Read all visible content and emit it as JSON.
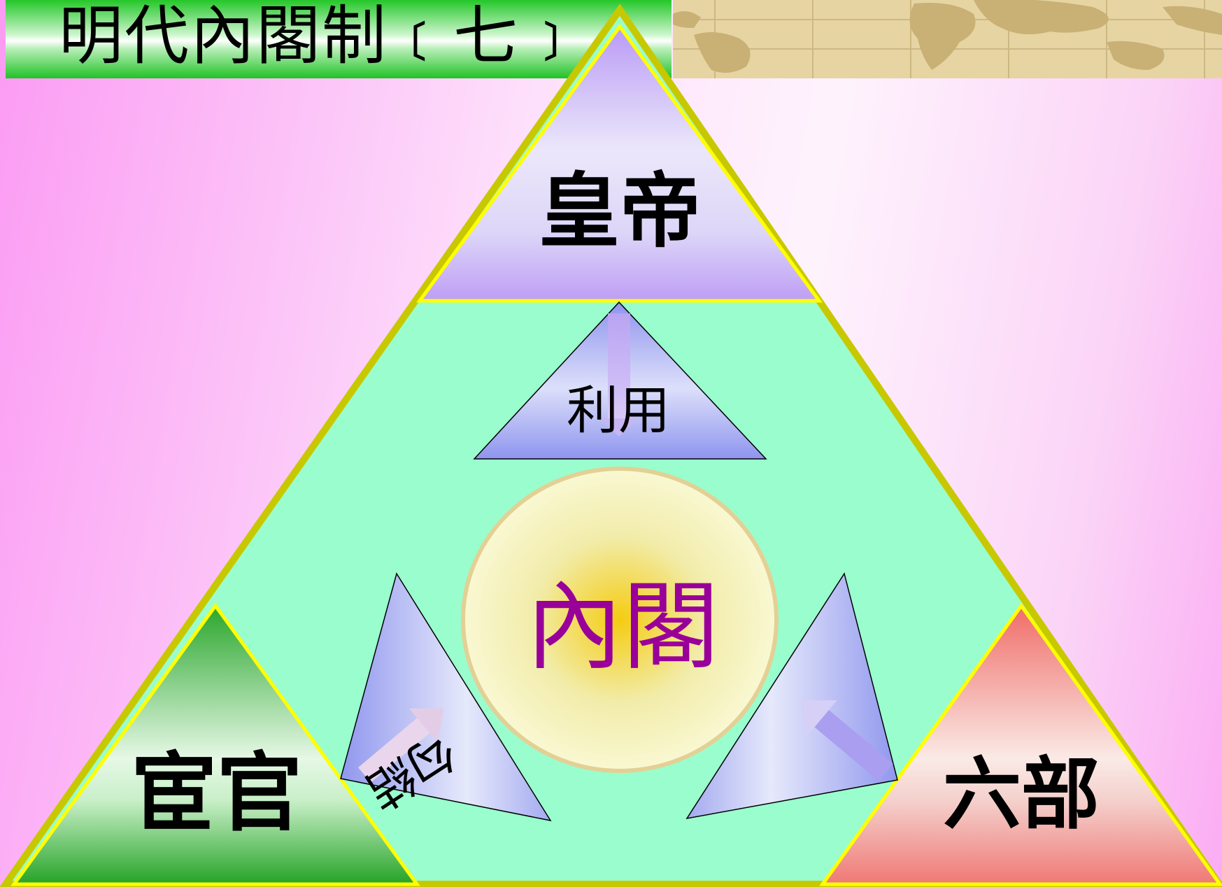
{
  "title": "明代內閣制﹝七﹞",
  "nodes": {
    "emperor": "皇帝",
    "cabinet": "內閣",
    "eunuchs": "宦官",
    "six_ministries": "六部"
  },
  "arrows": {
    "top_label": "利用",
    "left_label": "勾結"
  },
  "colors": {
    "outer_fill": "#9afdcd",
    "outer_stroke": "#c8c800",
    "emperor_fill": "#c3a6f8",
    "eunuch_fill": "#27b32a",
    "ministries_fill": "#f38480",
    "cabinet_center": "#f6cd10",
    "cabinet_text": "#990099",
    "arrow_triangle": "#a0a6f2"
  }
}
